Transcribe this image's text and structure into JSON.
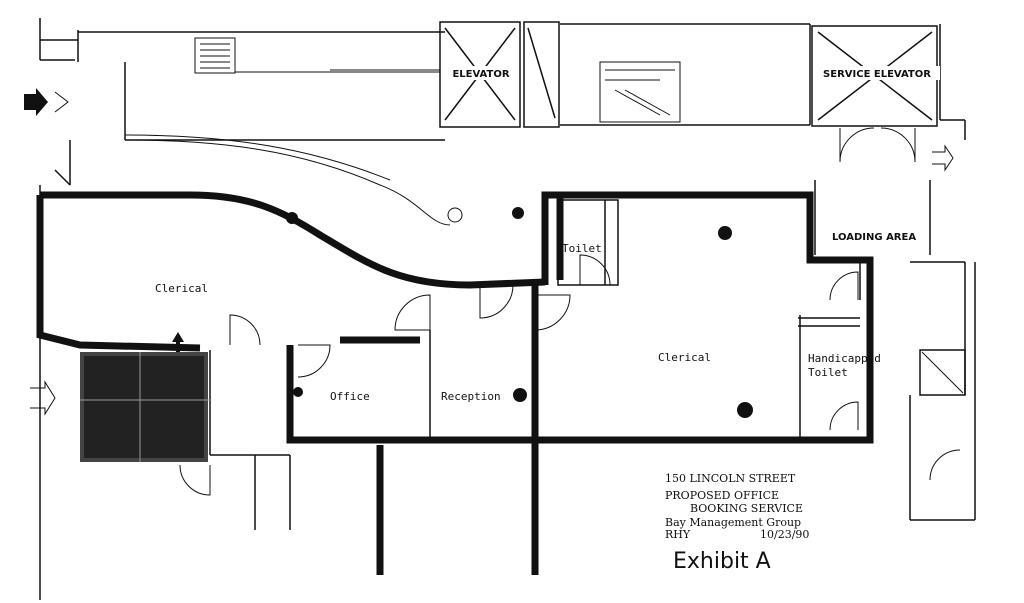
{
  "rooms": {
    "elevator": "ELEVATOR",
    "service_elevator": "SERVICE ELEVATOR",
    "loading_area": "LOADING AREA",
    "toilet": "Toilet",
    "clerical_west": "Clerical",
    "clerical_east": "Clerical",
    "office": "Office",
    "reception": "Reception",
    "handicapped_toilet_line1": "Handicapped",
    "handicapped_toilet_line2": "Toilet"
  },
  "title_block": {
    "address": "150 LINCOLN STREET",
    "line1": "PROPOSED OFFICE",
    "line2": "BOOKING SERVICE",
    "line3": "Bay Management Group",
    "initials": "RHY",
    "date": "10/23/90"
  },
  "exhibit_label": "Exhibit A"
}
